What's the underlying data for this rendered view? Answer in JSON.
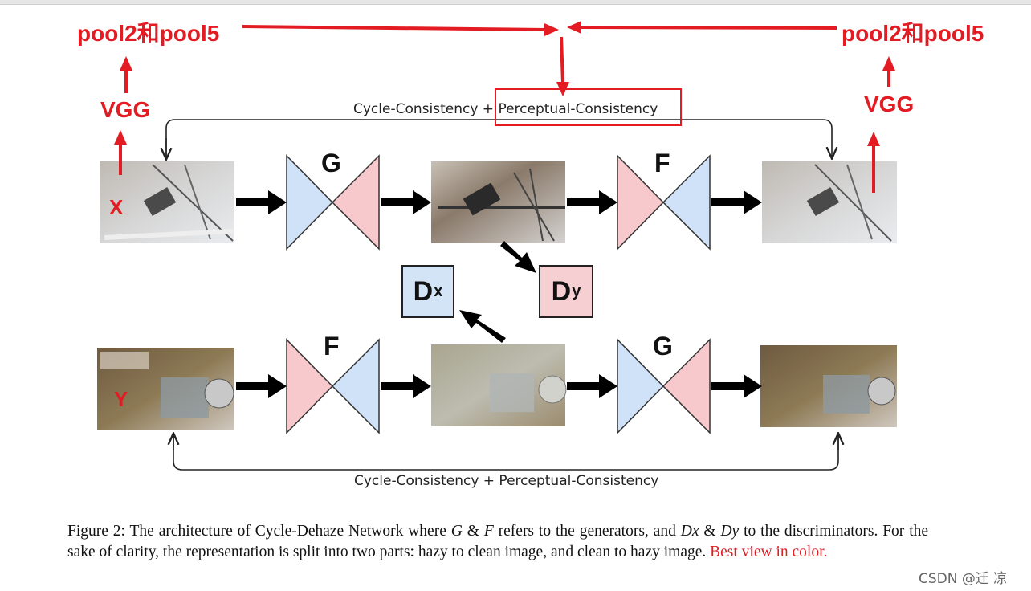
{
  "annotations": {
    "pool_left": "pool2和pool5",
    "pool_right": "pool2和pool5",
    "vgg_left": "VGG",
    "vgg_right": "VGG",
    "x_label": "X",
    "y_label": "Y"
  },
  "loss_top": {
    "part1": "Cycle-Consistency + ",
    "part2": "Perceptual-Consistency"
  },
  "loss_bottom": "Cycle-Consistency + Perceptual-Consistency",
  "networks": {
    "top_first": "G",
    "top_second": "F",
    "bottom_first": "F",
    "bottom_second": "G"
  },
  "discriminators": {
    "dx_main": "D",
    "dx_sub": "x",
    "dy_main": "D",
    "dy_sub": "y"
  },
  "caption": {
    "part1": "Figure 2:  The architecture of Cycle-Dehaze Network where ",
    "g": "G",
    "amp1": " & ",
    "f": "F",
    "part2": " refers to the generators, and ",
    "dx": "Dx",
    "amp2": " & ",
    "dy": "Dy",
    "part3": " to the discriminators.  For the sake of clarity, the representation is split into two parts:  hazy to clean image, and clean to hazy image. ",
    "red_note": "Best view in color."
  },
  "watermark": "CSDN @迁  凉",
  "colors": {
    "annotation_red": "#e31b23",
    "encoder_blue": "#cfe2f8",
    "decoder_pink": "#f7c8cc",
    "disc_blue": "#d4e4f7",
    "disc_pink": "#f5cfd2"
  }
}
